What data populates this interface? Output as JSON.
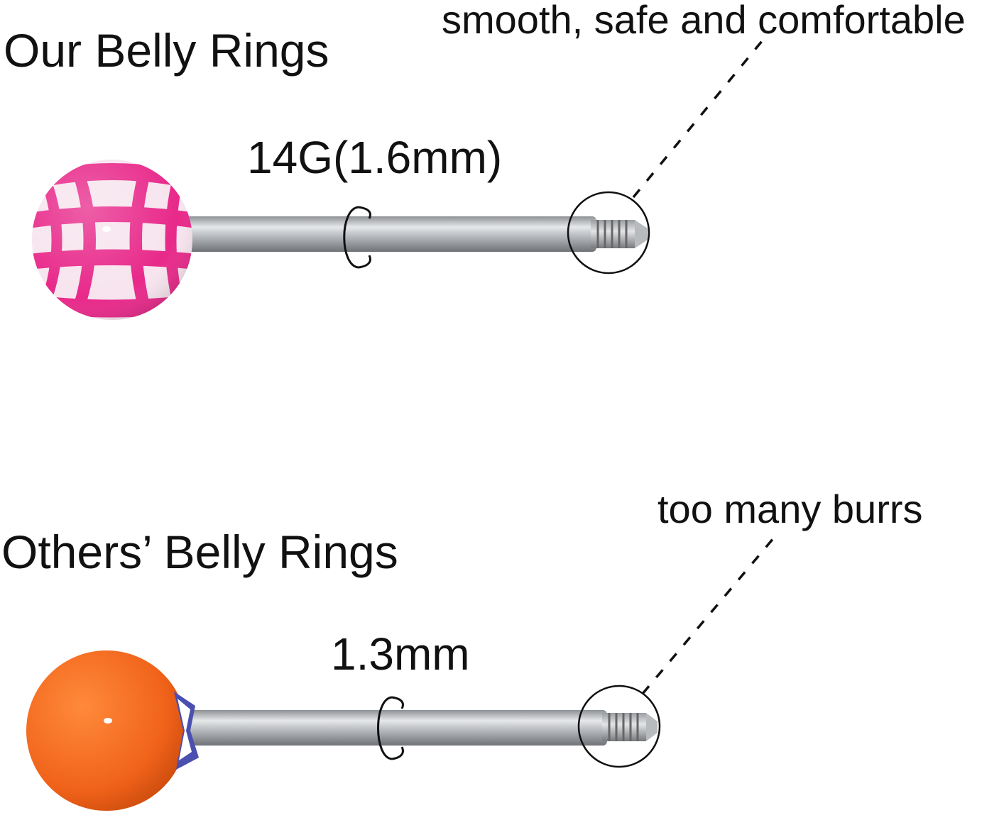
{
  "comparison": {
    "ours": {
      "title": "Our Belly Rings",
      "gauge": "14G(1.6mm)",
      "callout": "smooth, safe and comfortable",
      "ball_color": "#e8298a"
    },
    "others": {
      "title": "Others’ Belly Rings",
      "gauge": "1.3mm",
      "callout": "too many burrs",
      "ball_color": "#f4661b"
    }
  }
}
